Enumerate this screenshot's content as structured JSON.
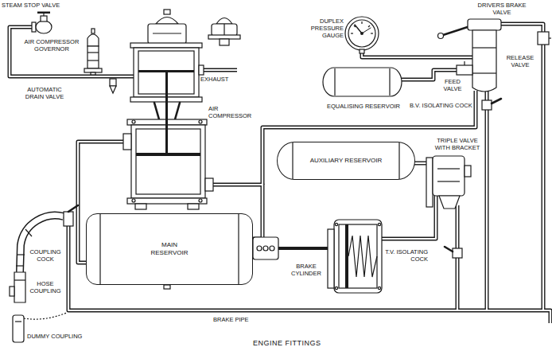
{
  "diagram": {
    "caption": "ENGINE FITTINGS",
    "nodes": [
      {
        "text": [
          "MAIN RESERVOIR"
        ]
      },
      {
        "text": [
          "AUXILIARY RESERVOIR"
        ]
      },
      {
        "text": [
          "EQUALISING RESERVOIR"
        ]
      }
    ],
    "labels": [
      "STEAM STOP VALVE",
      "AIR COMPRESSOR GOVERNOR",
      "AUTOMATIC DRAIN VALVE",
      "EXHAUST",
      "AIR COMPRESSOR",
      "DUPLEX PRESSURE GAUGE",
      "DRIVERS BRAKE VALVE",
      "FEED VALVE",
      "RELEASE VALVE",
      "B.V. ISOLATING COCK",
      "TRIPLE VALVE WITH BRACKET",
      "COUPLING COCK",
      "HOSE COUPLING",
      "T.V. ISOLATING COCK",
      "BRAKE CYLINDER",
      "BRAKE PIPE",
      "DUMMY COUPLING"
    ]
  }
}
